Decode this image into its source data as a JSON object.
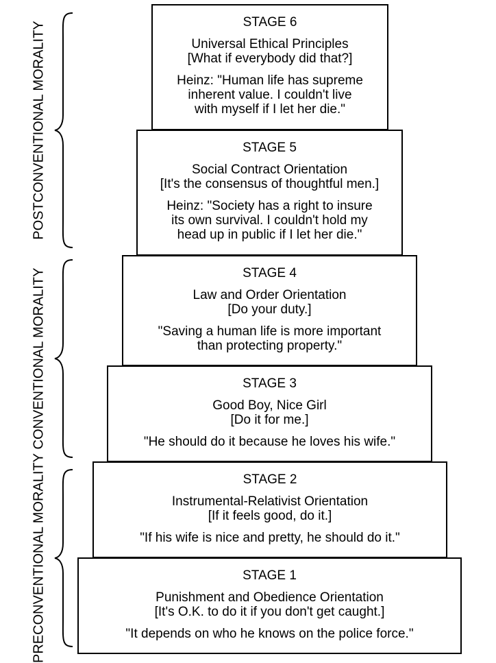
{
  "groups": [
    {
      "id": "postconventional",
      "lines": [
        "POSTCONVENTIONAL",
        "MORALITY"
      ]
    },
    {
      "id": "conventional",
      "lines": [
        "CONVENTIONAL",
        "MORALITY"
      ]
    },
    {
      "id": "preconventional",
      "lines": [
        "PRECONVENTIONAL",
        "MORALITY"
      ]
    }
  ],
  "stages": [
    {
      "title": "STAGE 6",
      "name": "Universal Ethical Principles",
      "motto": "[What if everybody did that?]",
      "quote": [
        "Heinz: \"Human life has supreme",
        "inherent value. I couldn't live",
        "with myself if I let her die.\""
      ]
    },
    {
      "title": "STAGE 5",
      "name": "Social Contract Orientation",
      "motto": "[It's the consensus of thoughtful men.]",
      "quote": [
        "Heinz: \"Society has a right to insure",
        "its own survival. I couldn't hold my",
        "head up in public if I let her die.\""
      ]
    },
    {
      "title": "STAGE 4",
      "name": "Law and Order Orientation",
      "motto": "[Do your duty.]",
      "quote": [
        "\"Saving a human life is more important",
        "than protecting property.\""
      ]
    },
    {
      "title": "STAGE 3",
      "name": "Good Boy, Nice Girl",
      "motto": "[Do it for me.]",
      "quote": [
        "\"He should do it because he loves his wife.\""
      ]
    },
    {
      "title": "STAGE 2",
      "name": "Instrumental-Relativist Orientation",
      "motto": "[If it feels good, do it.]",
      "quote": [
        "\"If his wife is nice and pretty, he should do it.\""
      ]
    },
    {
      "title": "STAGE 1",
      "name": "Punishment and Obedience Orientation",
      "motto": "[It's O.K. to do it if you don't get caught.]",
      "quote": [
        "\"It depends on who he knows on the police force.\""
      ]
    }
  ]
}
